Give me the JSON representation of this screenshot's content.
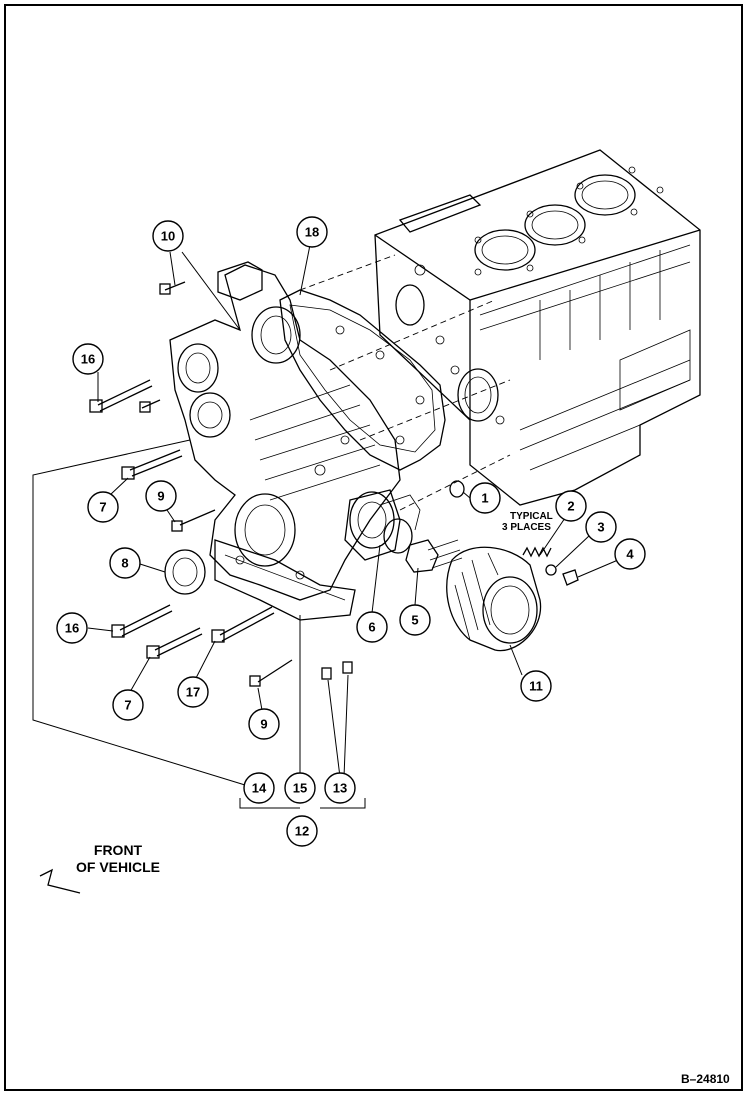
{
  "figure_ref": "B–24810",
  "note": {
    "line1": "TYPICAL",
    "line2": "3 PLACES"
  },
  "orientation": {
    "line1": "FRONT",
    "line2": "OF VEHICLE"
  },
  "callouts": {
    "c1": "1",
    "c2": "2",
    "c3": "3",
    "c4": "4",
    "c5": "5",
    "c6": "6",
    "c7a": "7",
    "c7b": "7",
    "c8": "8",
    "c9a": "9",
    "c9b": "9",
    "c10": "10",
    "c11": "11",
    "c12": "12",
    "c13": "13",
    "c14": "14",
    "c15": "15",
    "c16a": "16",
    "c16b": "16",
    "c17": "17",
    "c18": "18"
  }
}
